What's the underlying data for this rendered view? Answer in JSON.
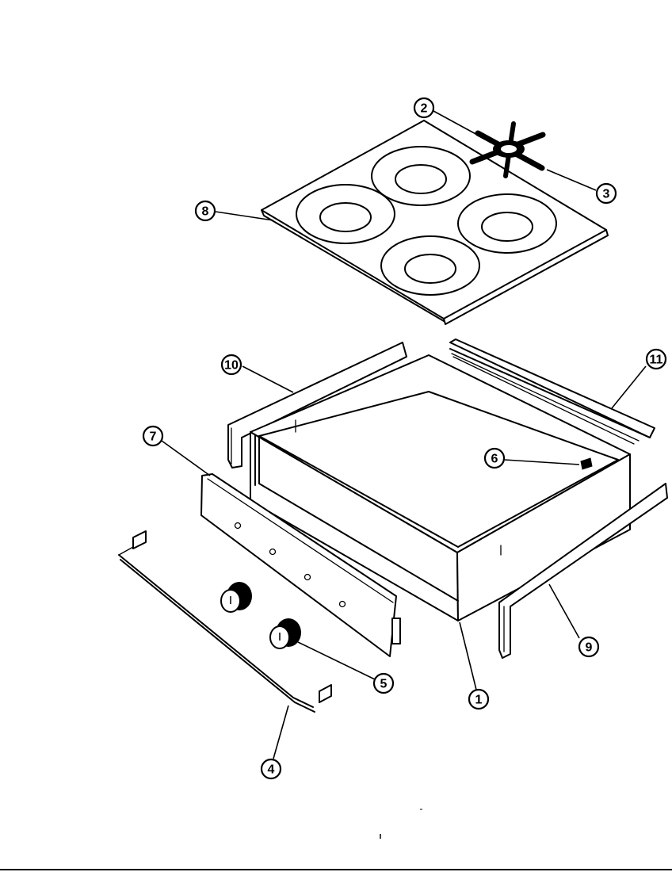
{
  "diagram": {
    "type": "exploded-parts-view",
    "callouts": [
      {
        "id": "callout-1",
        "label": "1",
        "part": "body-box"
      },
      {
        "id": "callout-2",
        "label": "2",
        "part": "burner-grate"
      },
      {
        "id": "callout-3",
        "label": "3",
        "part": "burner-grate"
      },
      {
        "id": "callout-4",
        "label": "4",
        "part": "front-rod"
      },
      {
        "id": "callout-5",
        "label": "5",
        "part": "control-knob"
      },
      {
        "id": "callout-6",
        "label": "6",
        "part": "clip"
      },
      {
        "id": "callout-7",
        "label": "7",
        "part": "control-panel"
      },
      {
        "id": "callout-8",
        "label": "8",
        "part": "cooktop"
      },
      {
        "id": "callout-9",
        "label": "9",
        "part": "side-trim-right"
      },
      {
        "id": "callout-10",
        "label": "10",
        "part": "side-trim-left"
      },
      {
        "id": "callout-11",
        "label": "11",
        "part": "rear-trim"
      }
    ]
  },
  "colors": {
    "line": "#000000",
    "background": "#ffffff"
  }
}
